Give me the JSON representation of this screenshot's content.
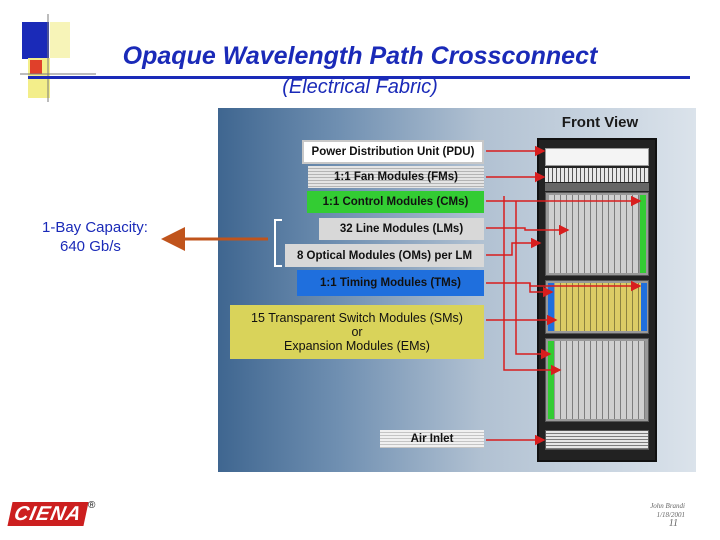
{
  "title": "Opaque Wavelength Path Crossconnect",
  "subtitle": "(Electrical Fabric)",
  "capacity": {
    "title": "1-Bay Capacity:",
    "value": "640 Gb/s"
  },
  "front_view_label": "Front View",
  "labels": {
    "pdu": "Power Distribution Unit (PDU)",
    "fm": "1:1 Fan Modules (FMs)",
    "cm": "1:1 Control Modules (CMs)",
    "lm": "32 Line Modules (LMs)",
    "om": "8 Optical Modules (OMs) per LM",
    "tm": "1:1 Timing Modules (TMs)",
    "sm_line1": "15 Transparent Switch Modules (SMs)",
    "sm_line2": "or",
    "sm_line3": "Expansion Modules (EMs)",
    "air": "Air Inlet"
  },
  "colors": {
    "title_blue": "#1a2ab8",
    "arrow_red": "#d81e1e",
    "capacity_arrow": "#c0541c",
    "cm_green": "#33cc33",
    "tm_blue": "#1f6fdd",
    "sm_yellow": "#d9d35a",
    "label_gray": "#d6d6d6"
  },
  "logo": {
    "text": "CIENA",
    "reg": "®"
  },
  "footer": {
    "author": "John Brandi",
    "date": "1/18/2001",
    "page": "11"
  }
}
